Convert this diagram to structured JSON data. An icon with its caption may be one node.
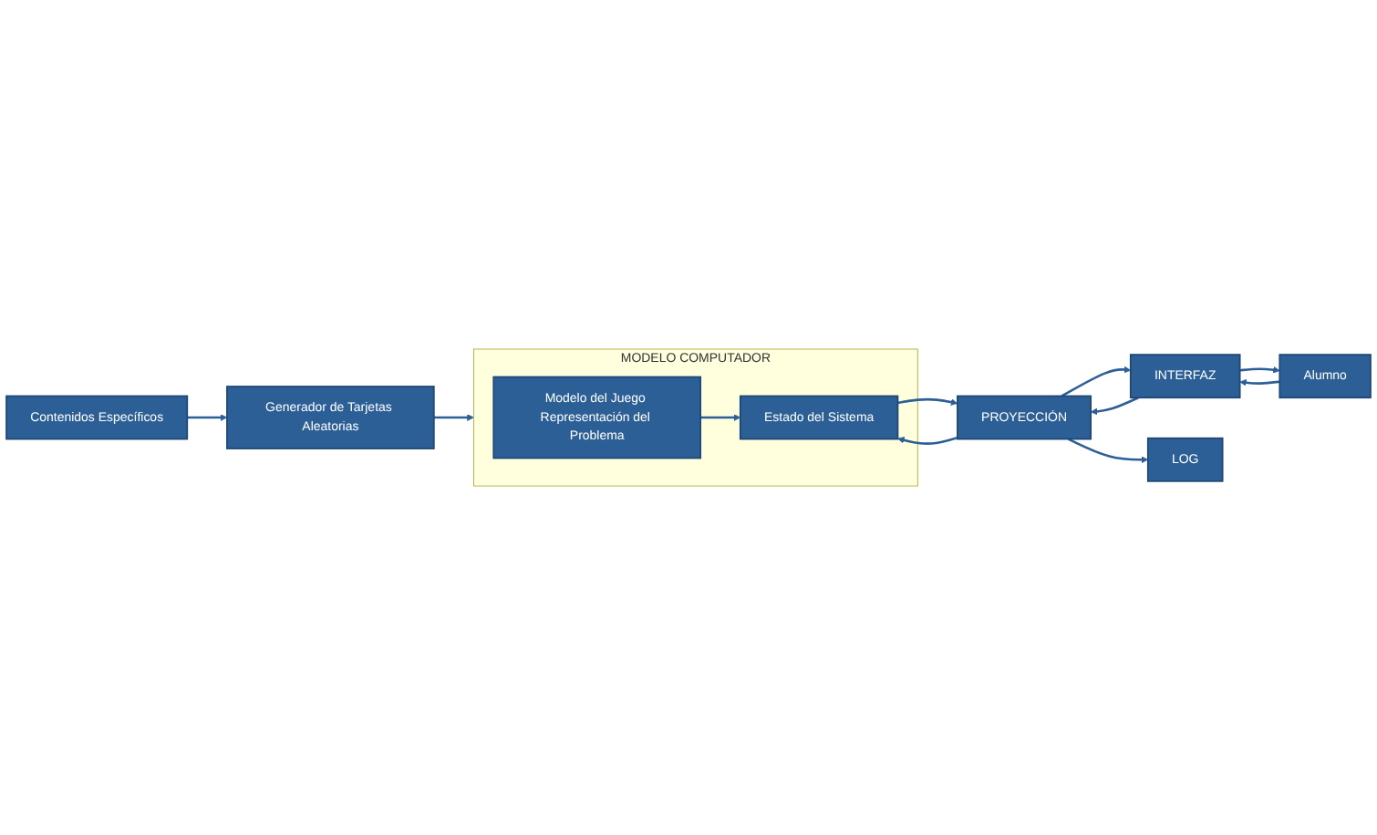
{
  "diagram": {
    "nodes": [
      {
        "text": [
          "Contenidos Específicos"
        ]
      },
      {
        "text": [
          "MODELO COMPUTADOR"
        ]
      },
      {
        "text": [
          "Modelo del Juego Representación del Problema"
        ],
        "in": 1
      },
      {
        "text": [
          "Estado del Sistema"
        ],
        "in": 1
      },
      {
        "text": [
          "PROYECCIÓN"
        ]
      },
      {
        "text": [
          "INTERFAZ"
        ]
      },
      {
        "text": [
          "Alumno"
        ]
      },
      {
        "text": [
          "Generador de Tarjetas Aleatorias"
        ]
      },
      {
        "text": [
          "LOG"
        ]
      }
    ],
    "edges": [
      {
        "from": 0,
        "to": 7,
        "arrow": "to"
      },
      {
        "from": 7,
        "to": 1,
        "arrow": "to"
      },
      {
        "from": 2,
        "to": 3,
        "arrow": "to"
      },
      {
        "from": 3,
        "to": 4,
        "arrow": "to"
      },
      {
        "from": 4,
        "to": 3,
        "arrow": "to"
      },
      {
        "from": 4,
        "to": 5,
        "arrow": "to"
      },
      {
        "from": 5,
        "to": 4,
        "arrow": "to"
      },
      {
        "from": 5,
        "to": 6,
        "arrow": "to"
      },
      {
        "from": 6,
        "to": 5,
        "arrow": "to"
      },
      {
        "from": 4,
        "to": 8,
        "arrow": "to"
      }
    ]
  }
}
